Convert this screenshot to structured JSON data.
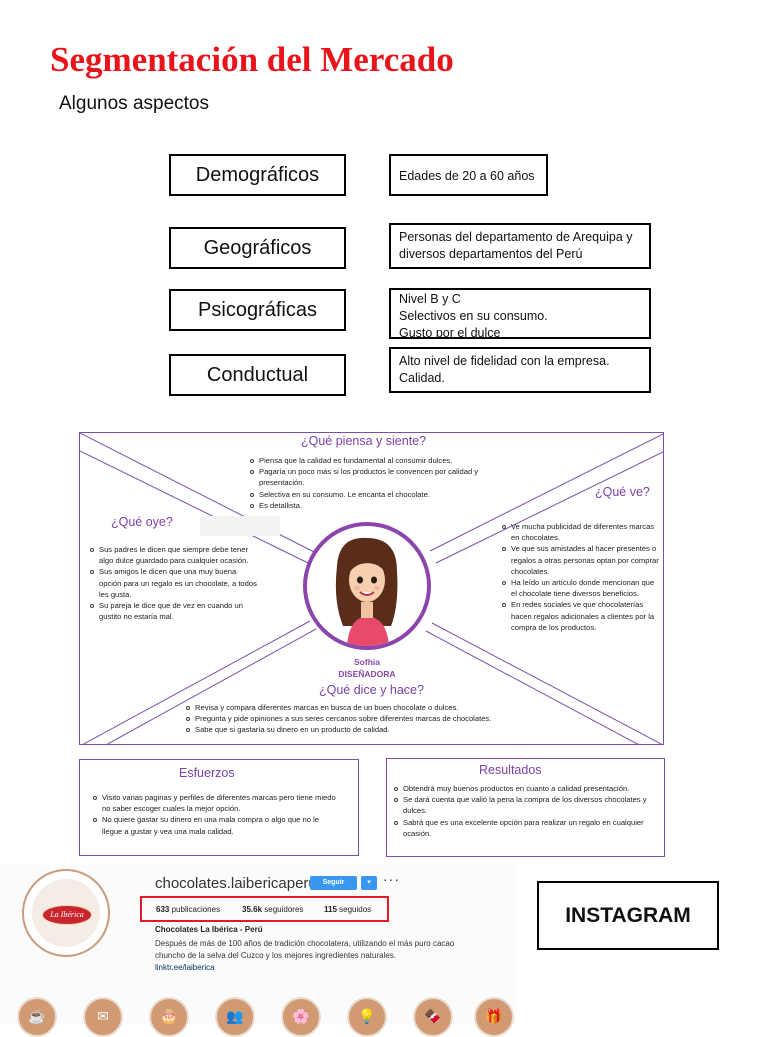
{
  "title": "Segmentación del Mercado",
  "subtitle": "Algunos aspectos",
  "segments": [
    {
      "label": "Demográficos",
      "lines": [
        "Edades de 20 a 60 años"
      ]
    },
    {
      "label": "Geográficos",
      "lines": [
        "Personas del departamento de Arequipa y",
        "diversos departamentos del Perú"
      ]
    },
    {
      "label": "Psicográficas",
      "lines": [
        "Nivel B y C",
        "Selectivos en su consumo.",
        "Gusto por el dulce"
      ]
    },
    {
      "label": "Conductual",
      "lines": [
        "Alto nivel de fidelidad con la empresa.",
        "Calidad."
      ]
    }
  ],
  "empathy_map": {
    "piensa": {
      "title": "¿Qué piensa y siente?",
      "items": [
        "Piensa que la calidad es fundamental al consumir dulces.",
        "Pagaría un poco más si los productos le convencen por calidad y presentación.",
        "Selectiva en su consumo. Le encanta el chocolate.",
        "Es detallista."
      ]
    },
    "oye": {
      "title": "¿Qué oye?",
      "items": [
        "Sus padres le dicen que siempre debe tener algo dulce guardado para cualquier ocasión.",
        "Sus amigos le dicen que una muy buena opción para un regalo es un chocolate, a todos les gusta.",
        "Su pareja le dice que de vez en cuando un gustito no estaría mal."
      ]
    },
    "ve": {
      "title": "¿Qué ve?",
      "items": [
        "Ve mucha publicidad de diferentes marcas en chocolates.",
        "Ve que sus amistades al hacer presentes o regalos a otras personas optan por comprar chocolates.",
        "Ha leído un artículo donde mencionan que el chocolate tiene diversos beneficios.",
        "En redes sociales ve que chocolaterías hacen regalos adicionales a clientes por la compra de los productos."
      ]
    },
    "dice": {
      "title": "¿Qué dice y hace?",
      "items": [
        "Revisa y compara diferentes marcas en busca de un buen chocolate o dulces.",
        "Pregunta y pide opiniones a sus seres cercanos sobre diferentes marcas de chocolates.",
        "Sabe que si gastaría su dinero en un producto de calidad."
      ]
    },
    "persona": {
      "name": "Sofhia",
      "role": "DISEÑADORA"
    }
  },
  "esfuerzos": {
    "title": "Esfuerzos",
    "items": [
      "Visito varias paginas y perfiles de diferentes marcas pero tiene miedo no saber escoger cuales la mejor opción.",
      "No quiere gastar su dinero en una mala compra o algo que no le llegue a gustar y vea una mala calidad."
    ]
  },
  "resultados": {
    "title": "Resultados",
    "items": [
      "Obtendrá muy buenos productos en cuanto a calidad presentación.",
      "Se dará cuenta que valió la pena la compra de los diversos chocolates y dulces.",
      "Sabrá que es una excelente opción para realizar un regalo en cualquier ocasión."
    ]
  },
  "instagram": {
    "username": "chocolates.laibericaperu",
    "follow_label": "Seguir",
    "dropdown_label": "▾",
    "more_label": "···",
    "logo_text": "La Ibérica",
    "posts_count": "633",
    "posts_label": "publicaciones",
    "followers_count": "35.6k",
    "followers_label": "seguidores",
    "following_count": "115",
    "following_label": "seguidos",
    "name": "Chocolates La Ibérica - Perú",
    "bio_lines": [
      "Después de más de 100 años de tradición chocolatera, utilizando el más puro cacao",
      "chuncho de la selva del Cuzco y los mejores ingredientes naturales."
    ],
    "link": "linktr.ee/laiberica",
    "highlight_icons": [
      "☕",
      "✉",
      "🎂",
      "👥",
      "🌸",
      "💡",
      "🍫",
      "🎁"
    ]
  },
  "instagram_label": "INSTAGRAM",
  "colors": {
    "title_red": "#e8141b",
    "accent_purple": "#7b3fa6",
    "stats_border": "#e5182a",
    "button_blue": "#3897f0"
  }
}
